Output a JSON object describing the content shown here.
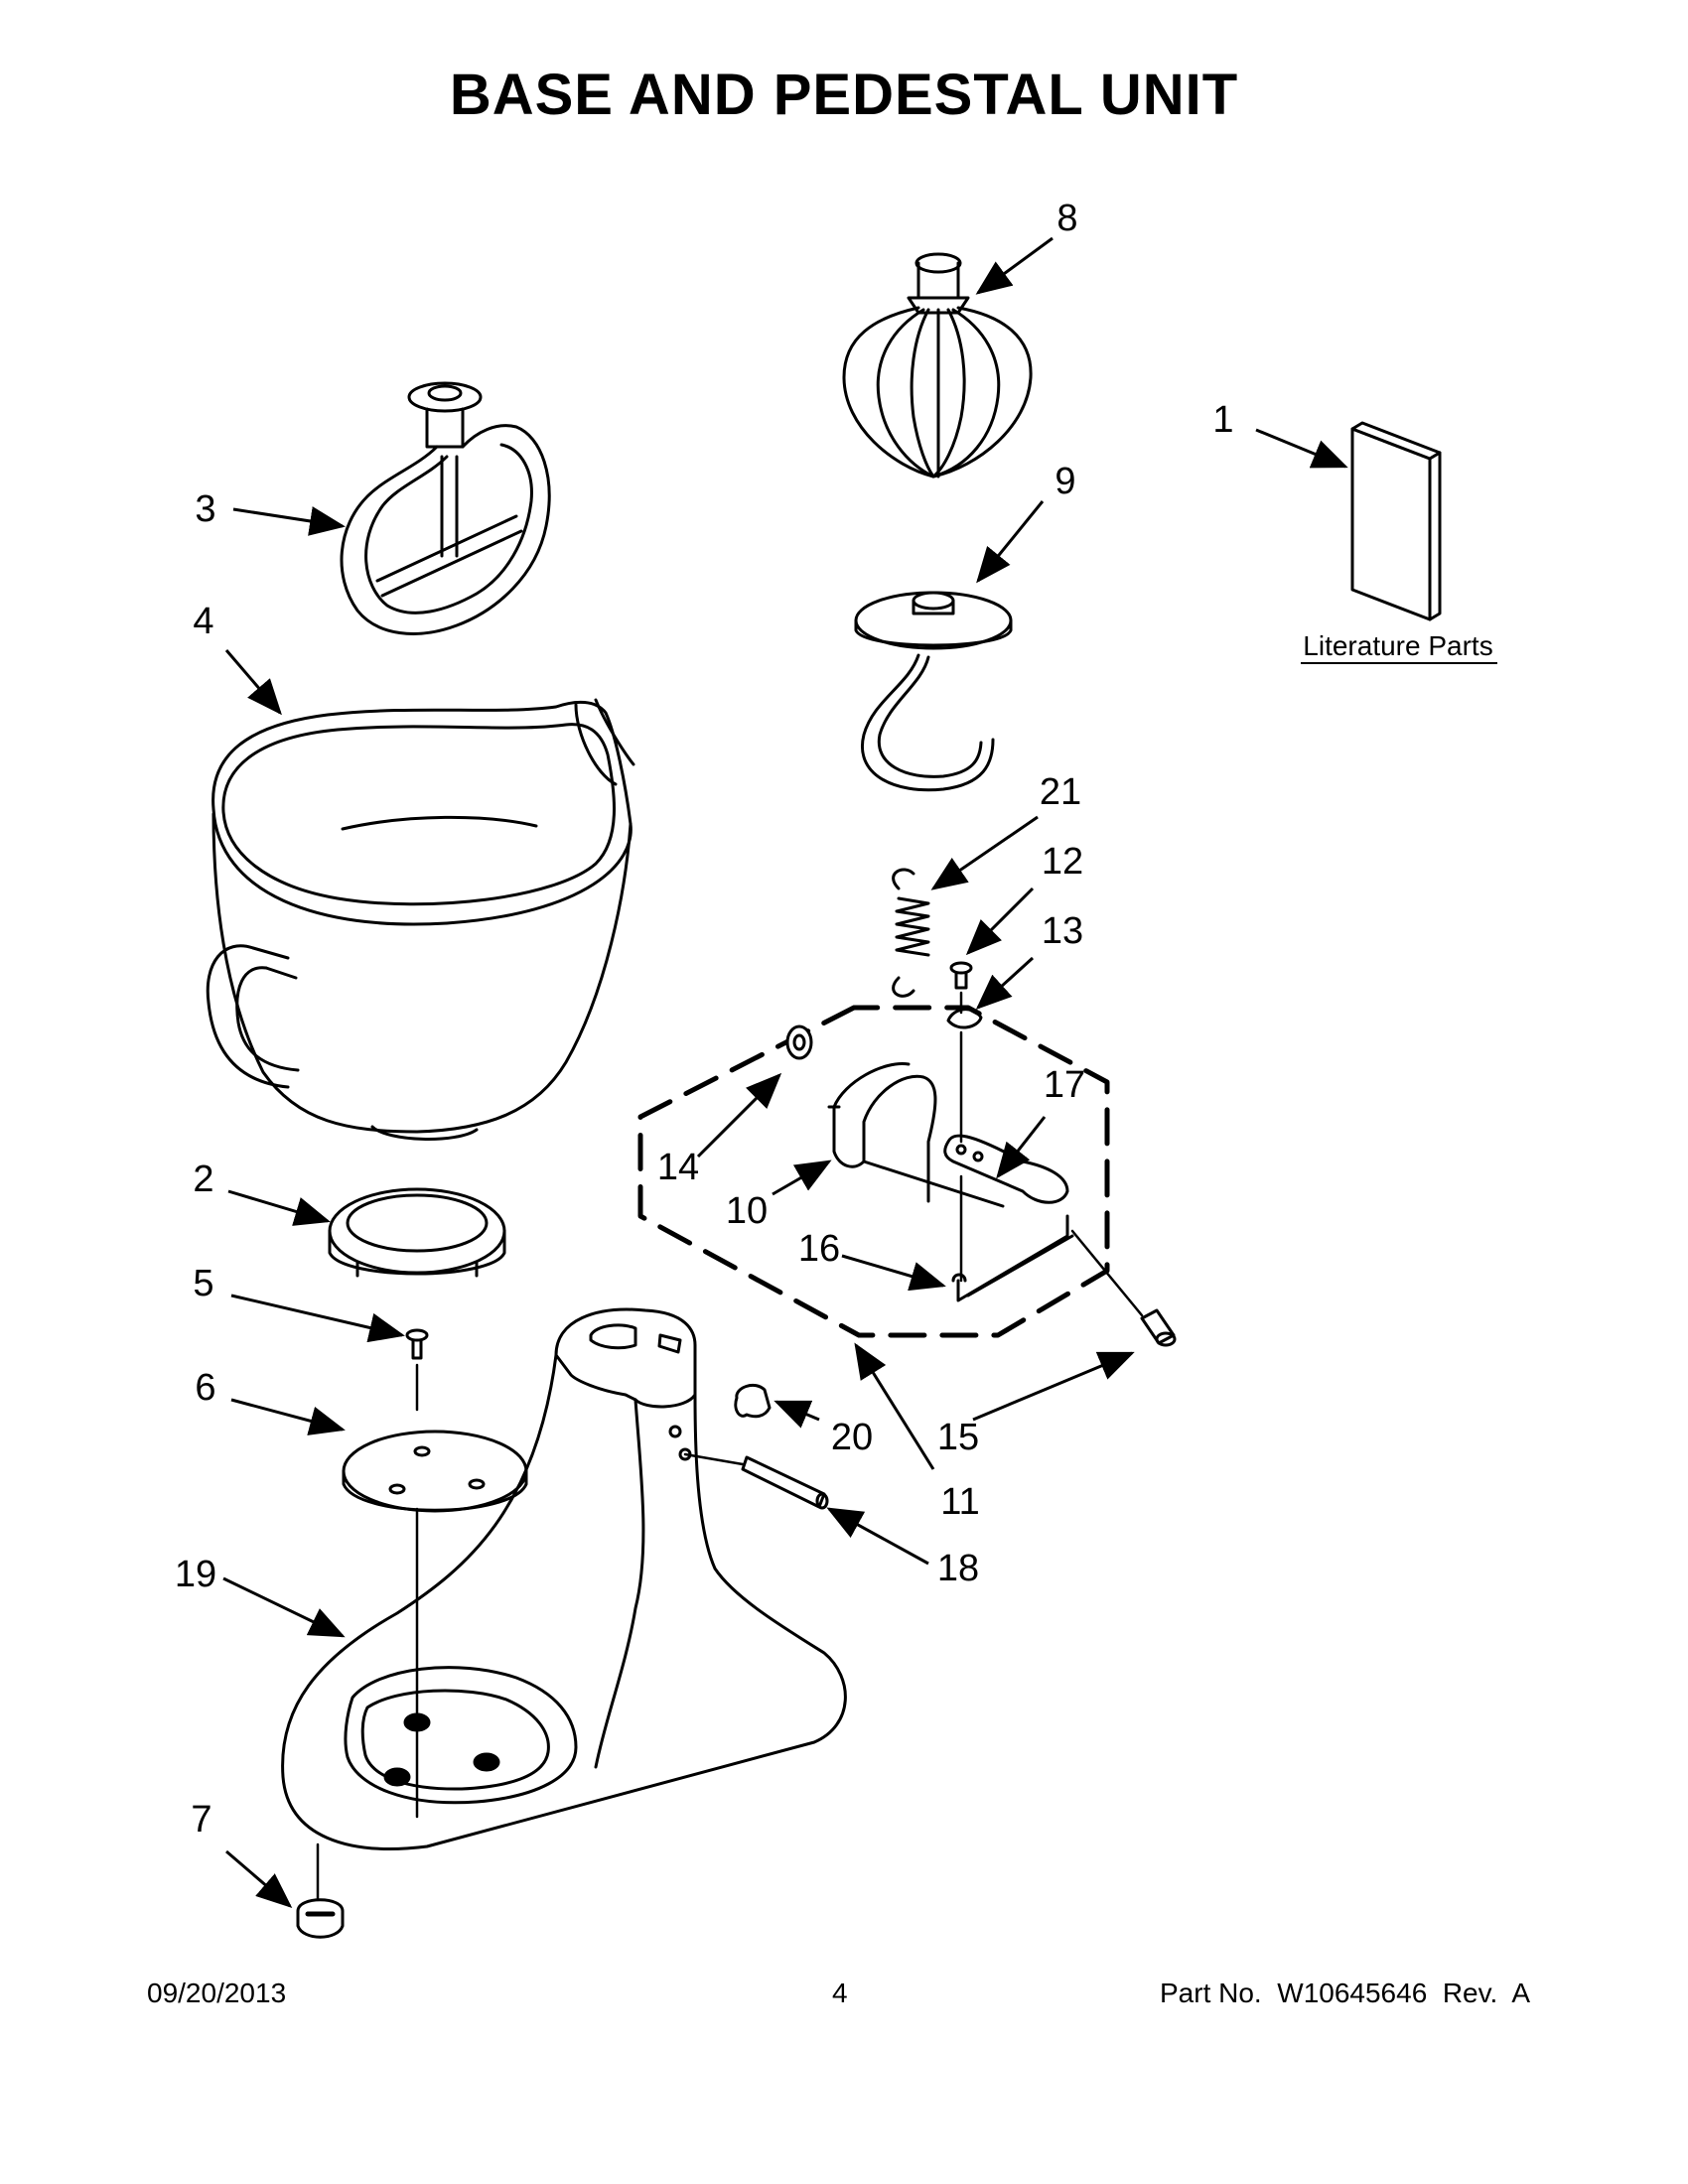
{
  "title": "BASE AND PEDESTAL UNIT",
  "callouts": [
    "1",
    "2",
    "3",
    "4",
    "5",
    "6",
    "7",
    "8",
    "9",
    "10",
    "11",
    "12",
    "13",
    "14",
    "15",
    "16",
    "17",
    "18",
    "19",
    "20",
    "21"
  ],
  "literature_label": "Literature Parts",
  "footer": {
    "date": "09/20/2013",
    "page": "4",
    "part_no": "Part No.  W10645646  Rev.  A"
  }
}
